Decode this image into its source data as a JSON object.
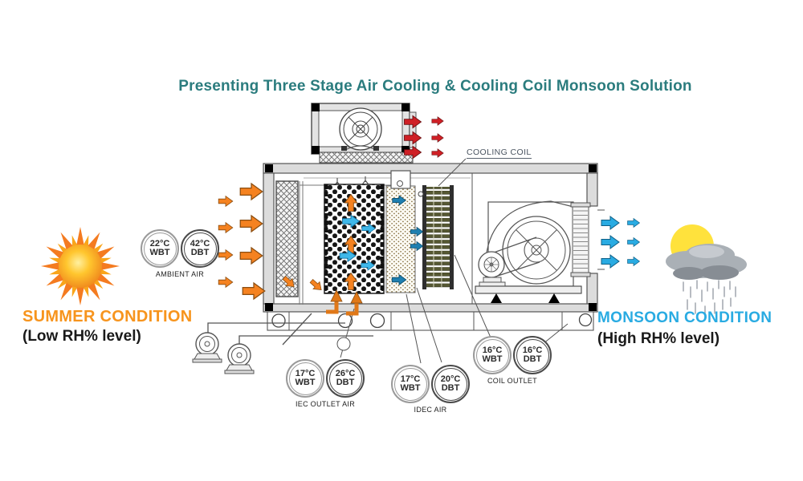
{
  "title": "Presenting Three Stage Air Cooling & Cooling Coil Monsoon Solution",
  "conditions": {
    "summer": {
      "heading": "SUMMER CONDITION",
      "subheading": "(Low RH% level)"
    },
    "monsoon": {
      "heading": "MONSOON CONDITION",
      "subheading": "(High RH% level)"
    }
  },
  "diagram_labels": {
    "cooling_coil": "COOLING COIL"
  },
  "temps": {
    "ambient": {
      "caption": "AMBIENT AIR",
      "wbt": {
        "value": "22°C",
        "unit": "WBT"
      },
      "dbt": {
        "value": "42°C",
        "unit": "DBT"
      }
    },
    "iec": {
      "caption": "IEC OUTLET AIR",
      "wbt": {
        "value": "17°C",
        "unit": "WBT"
      },
      "dbt": {
        "value": "26°C",
        "unit": "DBT"
      }
    },
    "idec": {
      "caption": "IDEC AIR",
      "wbt": {
        "value": "17°C",
        "unit": "WBT"
      },
      "dbt": {
        "value": "20°C",
        "unit": "DBT"
      }
    },
    "coil_outlet": {
      "caption": "COIL OUTLET",
      "wbt": {
        "value": "16°C",
        "unit": "WBT"
      },
      "dbt": {
        "value": "16°C",
        "unit": "DBT"
      }
    }
  },
  "colors": {
    "title": "#2b7c7e",
    "summer_heading": "#F7941D",
    "monsoon_heading": "#29ABE2",
    "inlet_arrow": "#F58220",
    "exhaust_arrow": "#CF2026",
    "supply_arrow": "#29ABE2",
    "process_arrow_dark": "#1F7FB0"
  }
}
